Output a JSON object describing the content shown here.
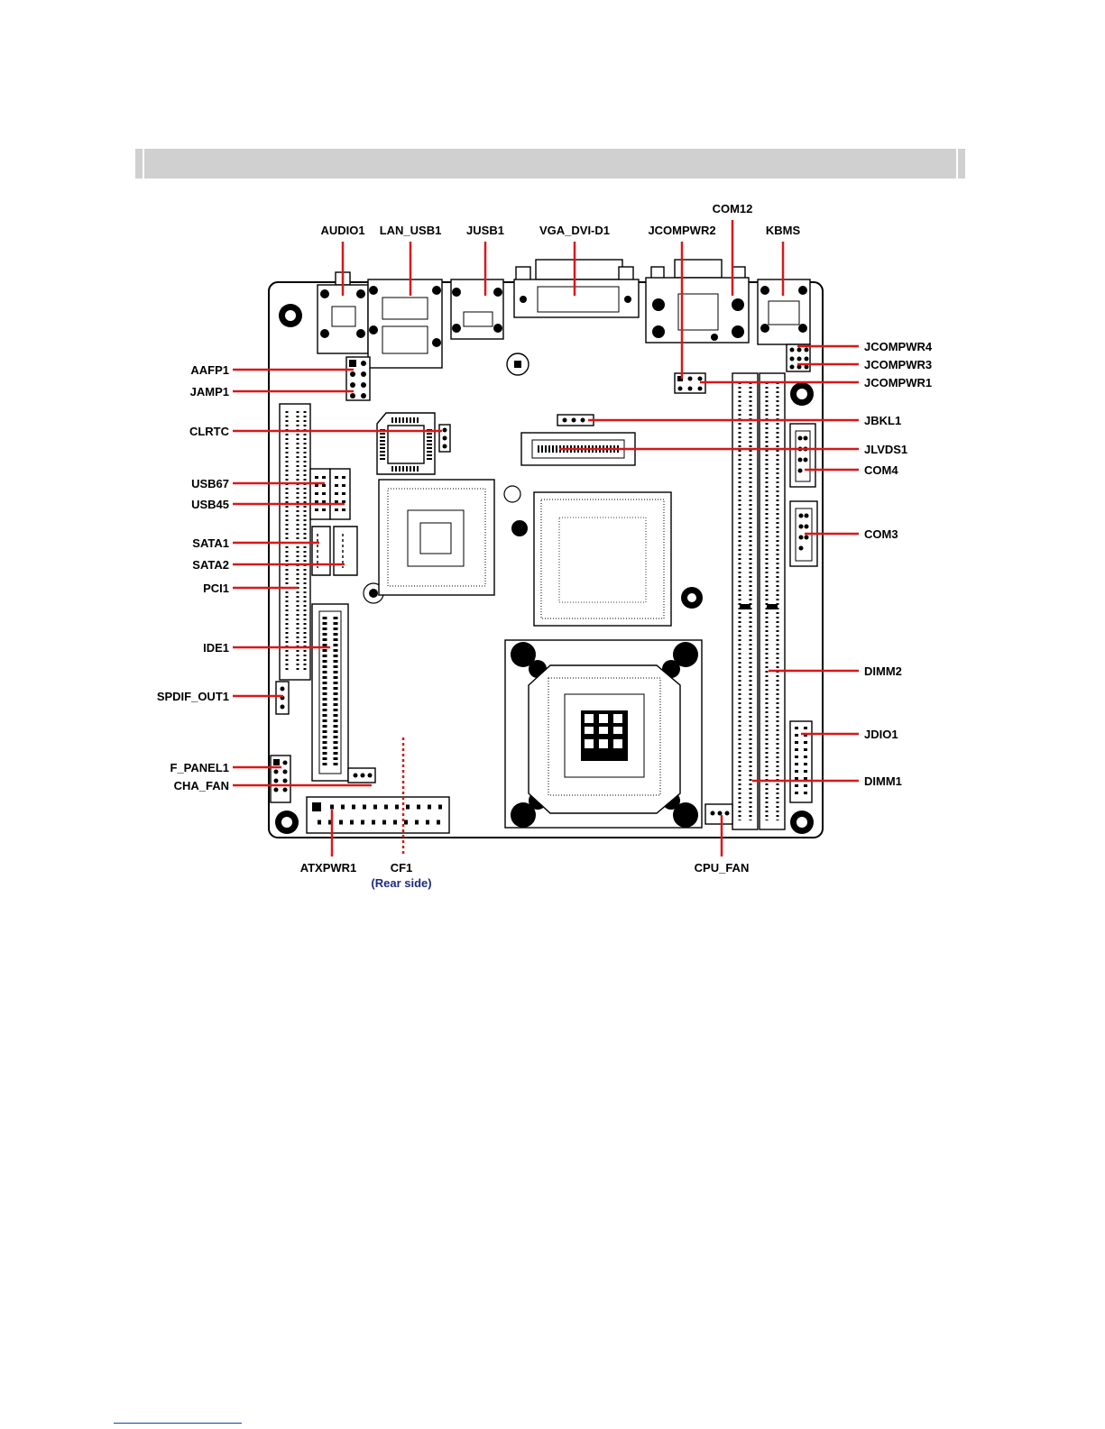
{
  "colors": {
    "leader": "#d81818",
    "note": "#1f2a80",
    "header_bar": "#d0d0d0"
  },
  "labels": {
    "com12": "COM12",
    "audio1": "AUDIO1",
    "lan_usb1": "LAN_USB1",
    "jusb1": "JUSB1",
    "vga_dvi_d1": "VGA_DVI-D1",
    "jcompwr2": "JCOMPWR2",
    "kbms": "KBMS",
    "jcompwr4": "JCOMPWR4",
    "jcompwr3": "JCOMPWR3",
    "jcompwr1": "JCOMPWR1",
    "aafp1": "AAFP1",
    "jamp1": "JAMP1",
    "jbkl1": "JBKL1",
    "clrtc": "CLRTC",
    "jlvds1": "JLVDS1",
    "com4": "COM4",
    "usb67": "USB67",
    "usb45": "USB45",
    "com3": "COM3",
    "sata1": "SATA1",
    "sata2": "SATA2",
    "pci1": "PCI1",
    "ide1": "IDE1",
    "dimm2": "DIMM2",
    "spdif_out1": "SPDIF_OUT1",
    "jdio1": "JDIO1",
    "f_panel1": "F_PANEL1",
    "dimm1": "DIMM1",
    "cha_fan": "CHA_FAN",
    "atxpwr1": "ATXPWR1",
    "cf1": "CF1",
    "cf1_note": "(Rear side)",
    "cpu_fan": "CPU_FAN"
  }
}
